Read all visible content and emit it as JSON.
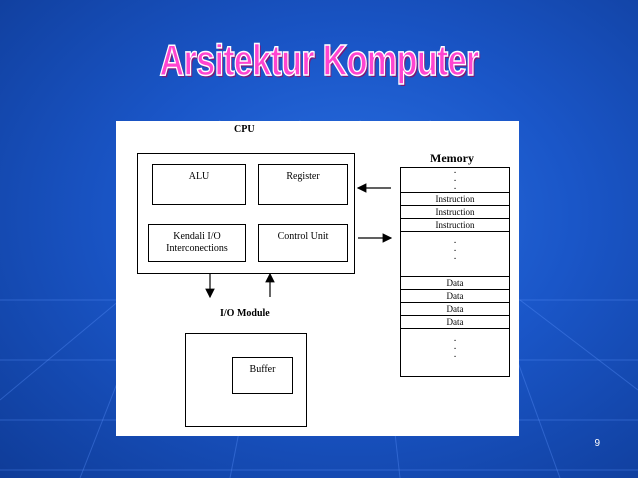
{
  "slide": {
    "title": "Arsitektur Komputer",
    "page_number": "9"
  },
  "diagram": {
    "cpu_label": "CPU",
    "alu": "ALU",
    "register": "Register",
    "kendali_line1": "Kendali I/O",
    "kendali_line2": "Interconections",
    "control_unit": "Control Unit",
    "io_module_label": "I/O Module",
    "buffer": "Buffer",
    "memory_label": "Memory",
    "instructions": [
      "Instruction",
      "Instruction",
      "Instruction"
    ],
    "data_rows": [
      "Data",
      "Data",
      "Data",
      "Data"
    ],
    "ellipsis": "·\n·\n·"
  }
}
